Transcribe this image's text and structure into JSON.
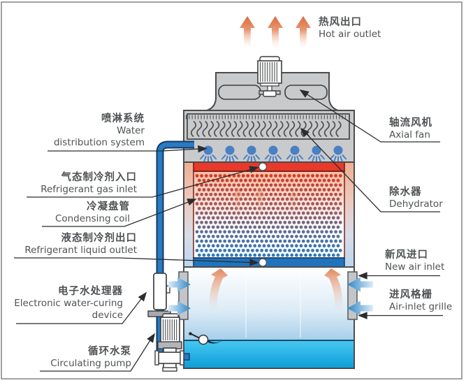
{
  "labels": {
    "hot_air_outlet": {
      "zh": "热风出口",
      "en": "Hot air outlet"
    },
    "water_distribution": {
      "zh": "喷淋系统",
      "en1": "Water",
      "en2": "distribution system"
    },
    "refrigerant_gas_inlet": {
      "zh": "气态制冷剂入口",
      "en": "Refrigerant gas inlet"
    },
    "condensing_coil": {
      "zh": "冷凝盘管",
      "en": "Condensing coil"
    },
    "refrigerant_liquid_outlet": {
      "zh": "液态制冷剂出口",
      "en": "Refrigerant liquid outlet"
    },
    "electronic_water_curing": {
      "zh": "电子水处理器",
      "en1": "Electronic water-curing",
      "en2": "device"
    },
    "circulating_pump": {
      "zh": "循环水泵",
      "en": "Circulating pump"
    },
    "axial_fan": {
      "zh": "轴流风机",
      "en": "Axial fan"
    },
    "dehydrator": {
      "zh": "除水器",
      "en": "Dehydrator"
    },
    "new_air_inlet": {
      "zh": "新风进口",
      "en": "New air inlet"
    },
    "air_inlet_grille": {
      "zh": "进风格栅",
      "en": "Air-inlet grille"
    }
  },
  "colors": {
    "outline": "#4a4c4e",
    "leader": "#2b2d2f",
    "text": "#4f5254",
    "body_gray": "#c9cacc",
    "accent_red": "#e8392b",
    "accent_blue": "#2273bd",
    "pipe_blue": "#2b7ac2",
    "pipe_outline": "#123a63",
    "nozzle_blue": "#4a80c4",
    "water_cyan": "#14a5dc",
    "hot_air_orange": "#de7648",
    "air_arrow_dark": "#2f86c8",
    "air_arrow_light": "#dcedf9",
    "coil_gradient": [
      "#d63827",
      "#9f5a63",
      "#5e6d94",
      "#2b7ab9"
    ]
  }
}
